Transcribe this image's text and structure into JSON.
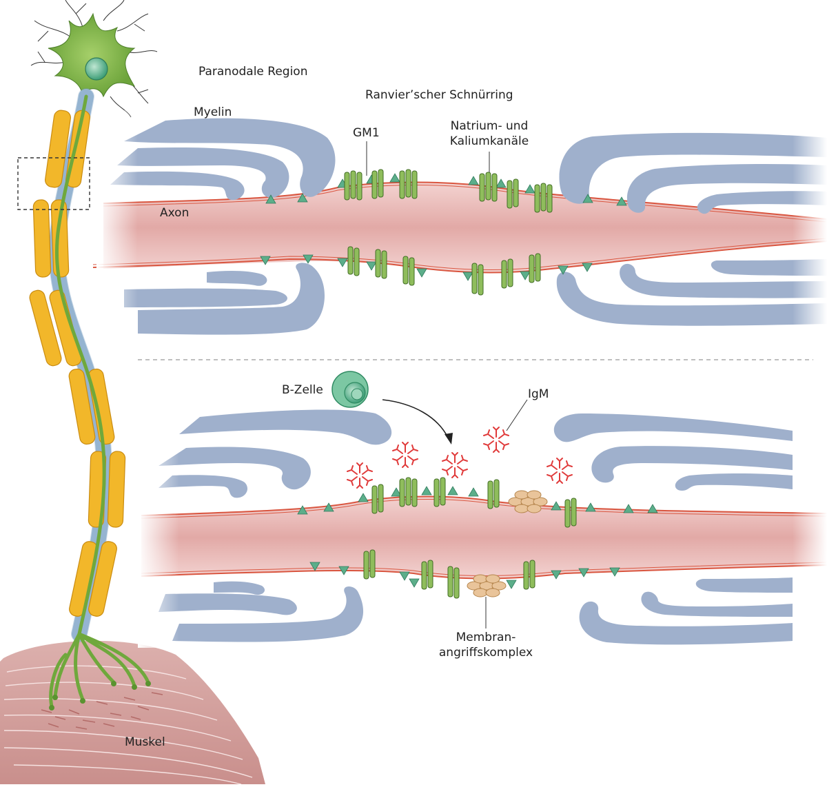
{
  "labels": {
    "paranodal": "Paranodale Region",
    "ranvier": "Ranvier’scher Schnürring",
    "myelin": "Myelin",
    "gm1": "GM1",
    "channels_line1": "Natrium- und",
    "channels_line2": "Kaliumkanäle",
    "axon": "Axon",
    "bcell": "B-Zelle",
    "igm": "IgM",
    "mac_line1": "Membran-",
    "mac_line2": "angriffskomplex",
    "muscle": "Muskel"
  },
  "colors": {
    "myelin": "#9fb0cc",
    "axon_fill": "#e9b8b6",
    "axon_membrane": "#d9553f",
    "channel": "#8fbd5c",
    "ganglioside": "#5cae8a",
    "neuron": "#78b043",
    "schwann": "#f2b72a",
    "bcell": "#5db98e",
    "igm": "#e03a3a",
    "complex": "#e9c49a",
    "muscle": "#d9a5a2",
    "divider": "#999999"
  }
}
